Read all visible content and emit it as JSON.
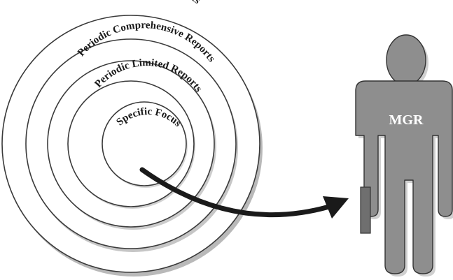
{
  "rings": [
    {
      "label": "Global Financial Statements"
    },
    {
      "label": "Periodic Comprehensive Reports"
    },
    {
      "label": "Periodic Limited Reports"
    },
    {
      "label": "Specific Focus"
    }
  ],
  "manager": {
    "label": "MGR"
  },
  "colors": {
    "ring_stroke": "#3a3a3a",
    "ring_fill": "#ffffff",
    "ring_shadow": "#b9b9b9",
    "figure_fill": "#8e8e8e",
    "figure_stroke": "#333333",
    "arrow": "#1a1a1a",
    "label_text": "#1a1a1a",
    "mgr_text": "#ffffff"
  }
}
